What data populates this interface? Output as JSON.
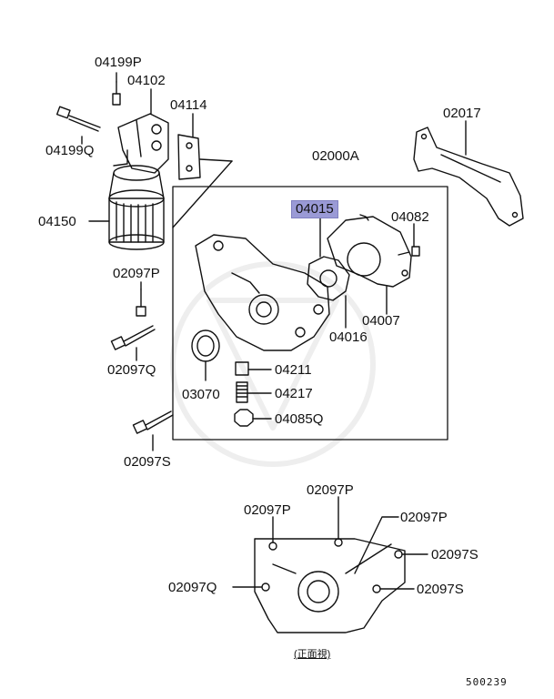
{
  "labels": {
    "p04199P": "04199P",
    "p04102": "04102",
    "p04114": "04114",
    "p04199Q": "04199Q",
    "p04150": "04150",
    "p02017": "02017",
    "p02000A": "02000A",
    "p04015": "04015",
    "p04082": "04082",
    "p02097P_a": "02097P",
    "p02097Q_a": "02097Q",
    "p04007": "04007",
    "p04016": "04016",
    "p04211": "04211",
    "p03070": "03070",
    "p04217": "04217",
    "p04085Q": "04085Q",
    "p02097S_a": "02097S",
    "p02097P_b": "02097P",
    "p02097P_c": "02097P",
    "p02097P_d": "02097P",
    "p02097S_b": "02097S",
    "p02097Q_b": "02097Q",
    "p02097S_c": "02097S"
  },
  "highlight_color": "#9a9ad6",
  "view_caption": "(正面視)",
  "diagram_code": "500239"
}
